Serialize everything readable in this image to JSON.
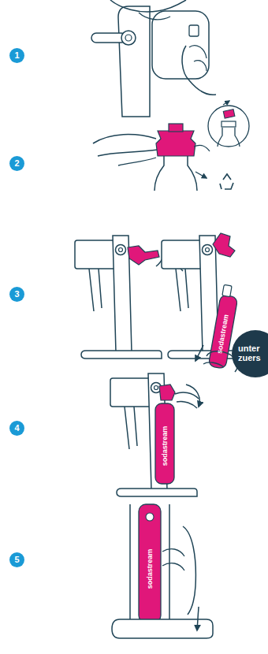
{
  "diagram": {
    "nodes": [
      {
        "text": [
          "1"
        ]
      },
      {
        "text": [
          "2"
        ]
      },
      {
        "text": [
          "3"
        ]
      },
      {
        "text": [
          "unter zuers"
        ]
      },
      {
        "text": [
          "4"
        ]
      },
      {
        "text": [
          "5"
        ]
      }
    ],
    "labels": [
      "sodastream",
      "sodastream",
      "sodastream"
    ]
  }
}
